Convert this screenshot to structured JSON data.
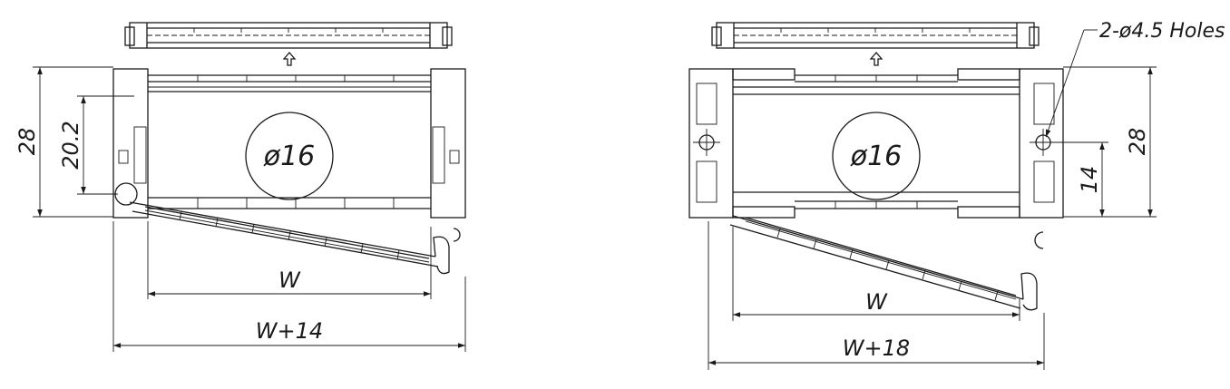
{
  "left_view": {
    "dim_height_outer": "28",
    "dim_height_inner": "20.2",
    "diameter": "ø16",
    "dim_width_inner": "W",
    "dim_width_outer": "W+14"
  },
  "right_view": {
    "holes_note": "2-ø4.5 Holes",
    "diameter": "ø16",
    "dim_height_outer": "28",
    "dim_height_hole": "14",
    "dim_width_inner": "W",
    "dim_width_outer": "W+18"
  }
}
